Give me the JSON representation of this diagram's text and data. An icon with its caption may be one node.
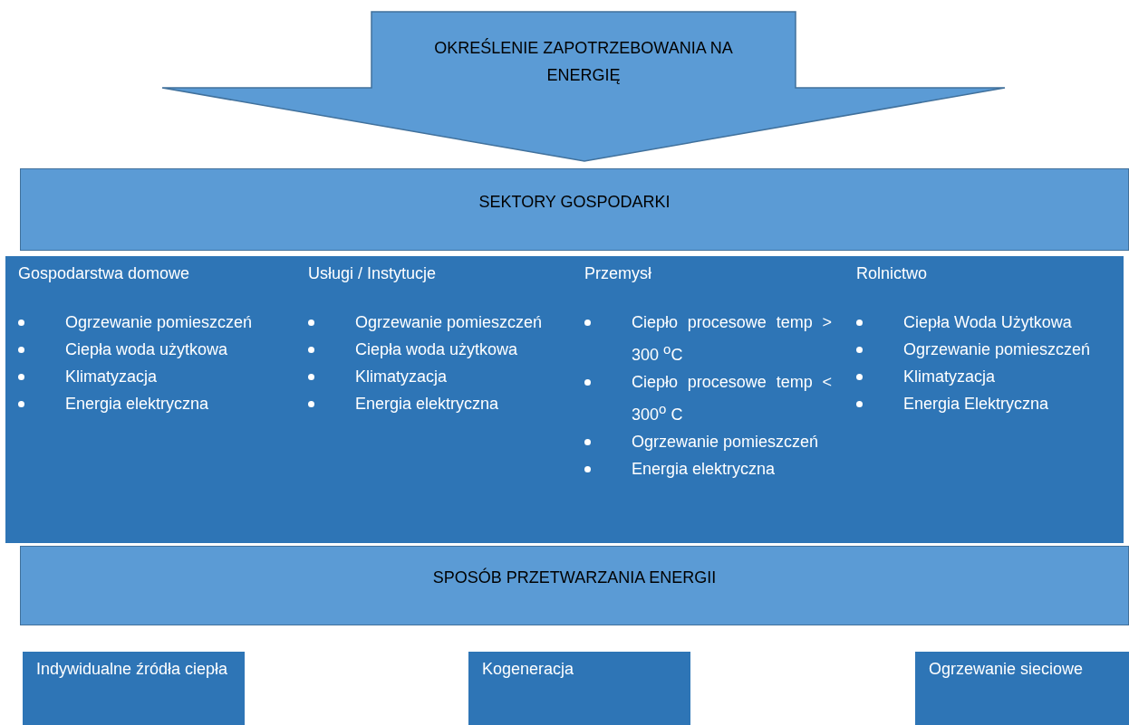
{
  "diagram": {
    "nodes": [
      {
        "text": [
          "OKREŚLENIE ZAPOTRZEBOWANIA NA ENERGIĘ"
        ]
      },
      {
        "text": [
          "SEKTORY GOSPODARKI"
        ]
      },
      {
        "text": [],
        "shape": "box"
      },
      {
        "text": [
          "Gospodarstwa domowe",
          "Ogrzewanie pomieszczeń",
          "Ciepła woda użytkowa",
          "Klimatyzacja",
          "Energia elektryczna"
        ],
        "in": 2
      },
      {
        "text": [
          "Usługi / Instytucje",
          "Ogrzewanie pomieszczeń",
          "Ciepła woda użytkowa",
          "Klimatyzacja",
          "Energia elektryczna"
        ],
        "in": 2
      },
      {
        "text": [
          "Przemysł",
          "Ciepło procesowe temp > 300 $^{o}$C",
          "Ciepło procesowe temp < 300$^{o}$ C",
          "Ogrzewanie pomieszczeń",
          "Energia elektryczna"
        ],
        "in": 2
      },
      {
        "text": [
          "Rolnictwo",
          "Ciepła Woda Użytkowa",
          "Ogrzewanie pomieszczeń",
          "Klimatyzacja",
          "Energia Elektryczna"
        ],
        "in": 2
      },
      {
        "text": [
          "SPOSÓB PRZETWARZANIA ENERGII"
        ]
      },
      {
        "text": [
          "Indywidualne źródła ciepła"
        ]
      },
      {
        "text": [
          "Kogeneracja"
        ]
      },
      {
        "text": [
          "Ogrzewanie sieciowe"
        ]
      }
    ]
  }
}
